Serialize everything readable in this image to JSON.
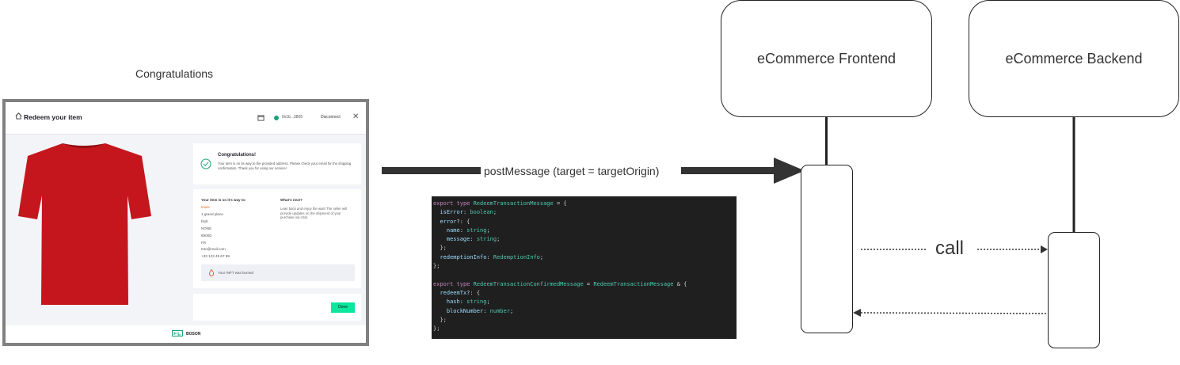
{
  "caption": "Congratulations",
  "modal": {
    "title": "Redeem your item",
    "wallet_address": "0x1b...3805",
    "disconnect_label": "Disconnect",
    "congrats_title": "Congratulations!",
    "congrats_text": "Your item is on its way to the provided address. Please check your email for the shipping confirmation. Thank you for using our service!",
    "item_on_way_heading": "Your item is on it's way to:",
    "address_lines": [
      "lalala",
      "1 grand place",
      "blub",
      "NONE",
      "6900D",
      "FR",
      "toto@mail.com",
      "+33 123 45 67 89"
    ],
    "burned_text": "Your rNFT was burned",
    "what_next_heading": "What's next?",
    "what_next_text": "Lean back and enjoy the wait! The seller will provide updates on the shipment of your purchase via chat.",
    "done_label": "Done",
    "footer_brand": "BOSON",
    "colors": {
      "accent": "#09e89c",
      "tshirt": "#c4161c",
      "status_dot": "#1aa27a"
    }
  },
  "post_message_label": "postMessage (target = targetOrigin)",
  "call_label": "call",
  "actors": {
    "frontend": "eCommerce Frontend",
    "backend": "eCommerce Backend"
  },
  "code_lines": [
    "export type RedeemTransactionMessage = {",
    "  isError: boolean;",
    "  error?: {",
    "    name: string;",
    "    message: string;",
    "  };",
    "  redemptionInfo: RedemptionInfo;",
    "};",
    "",
    "export type RedeemTransactionConfirmedMessage = RedeemTransactionMessage & {",
    "  redeemTx?: {",
    "    hash: string;",
    "    blockNumber: number;",
    "  };",
    "};"
  ]
}
